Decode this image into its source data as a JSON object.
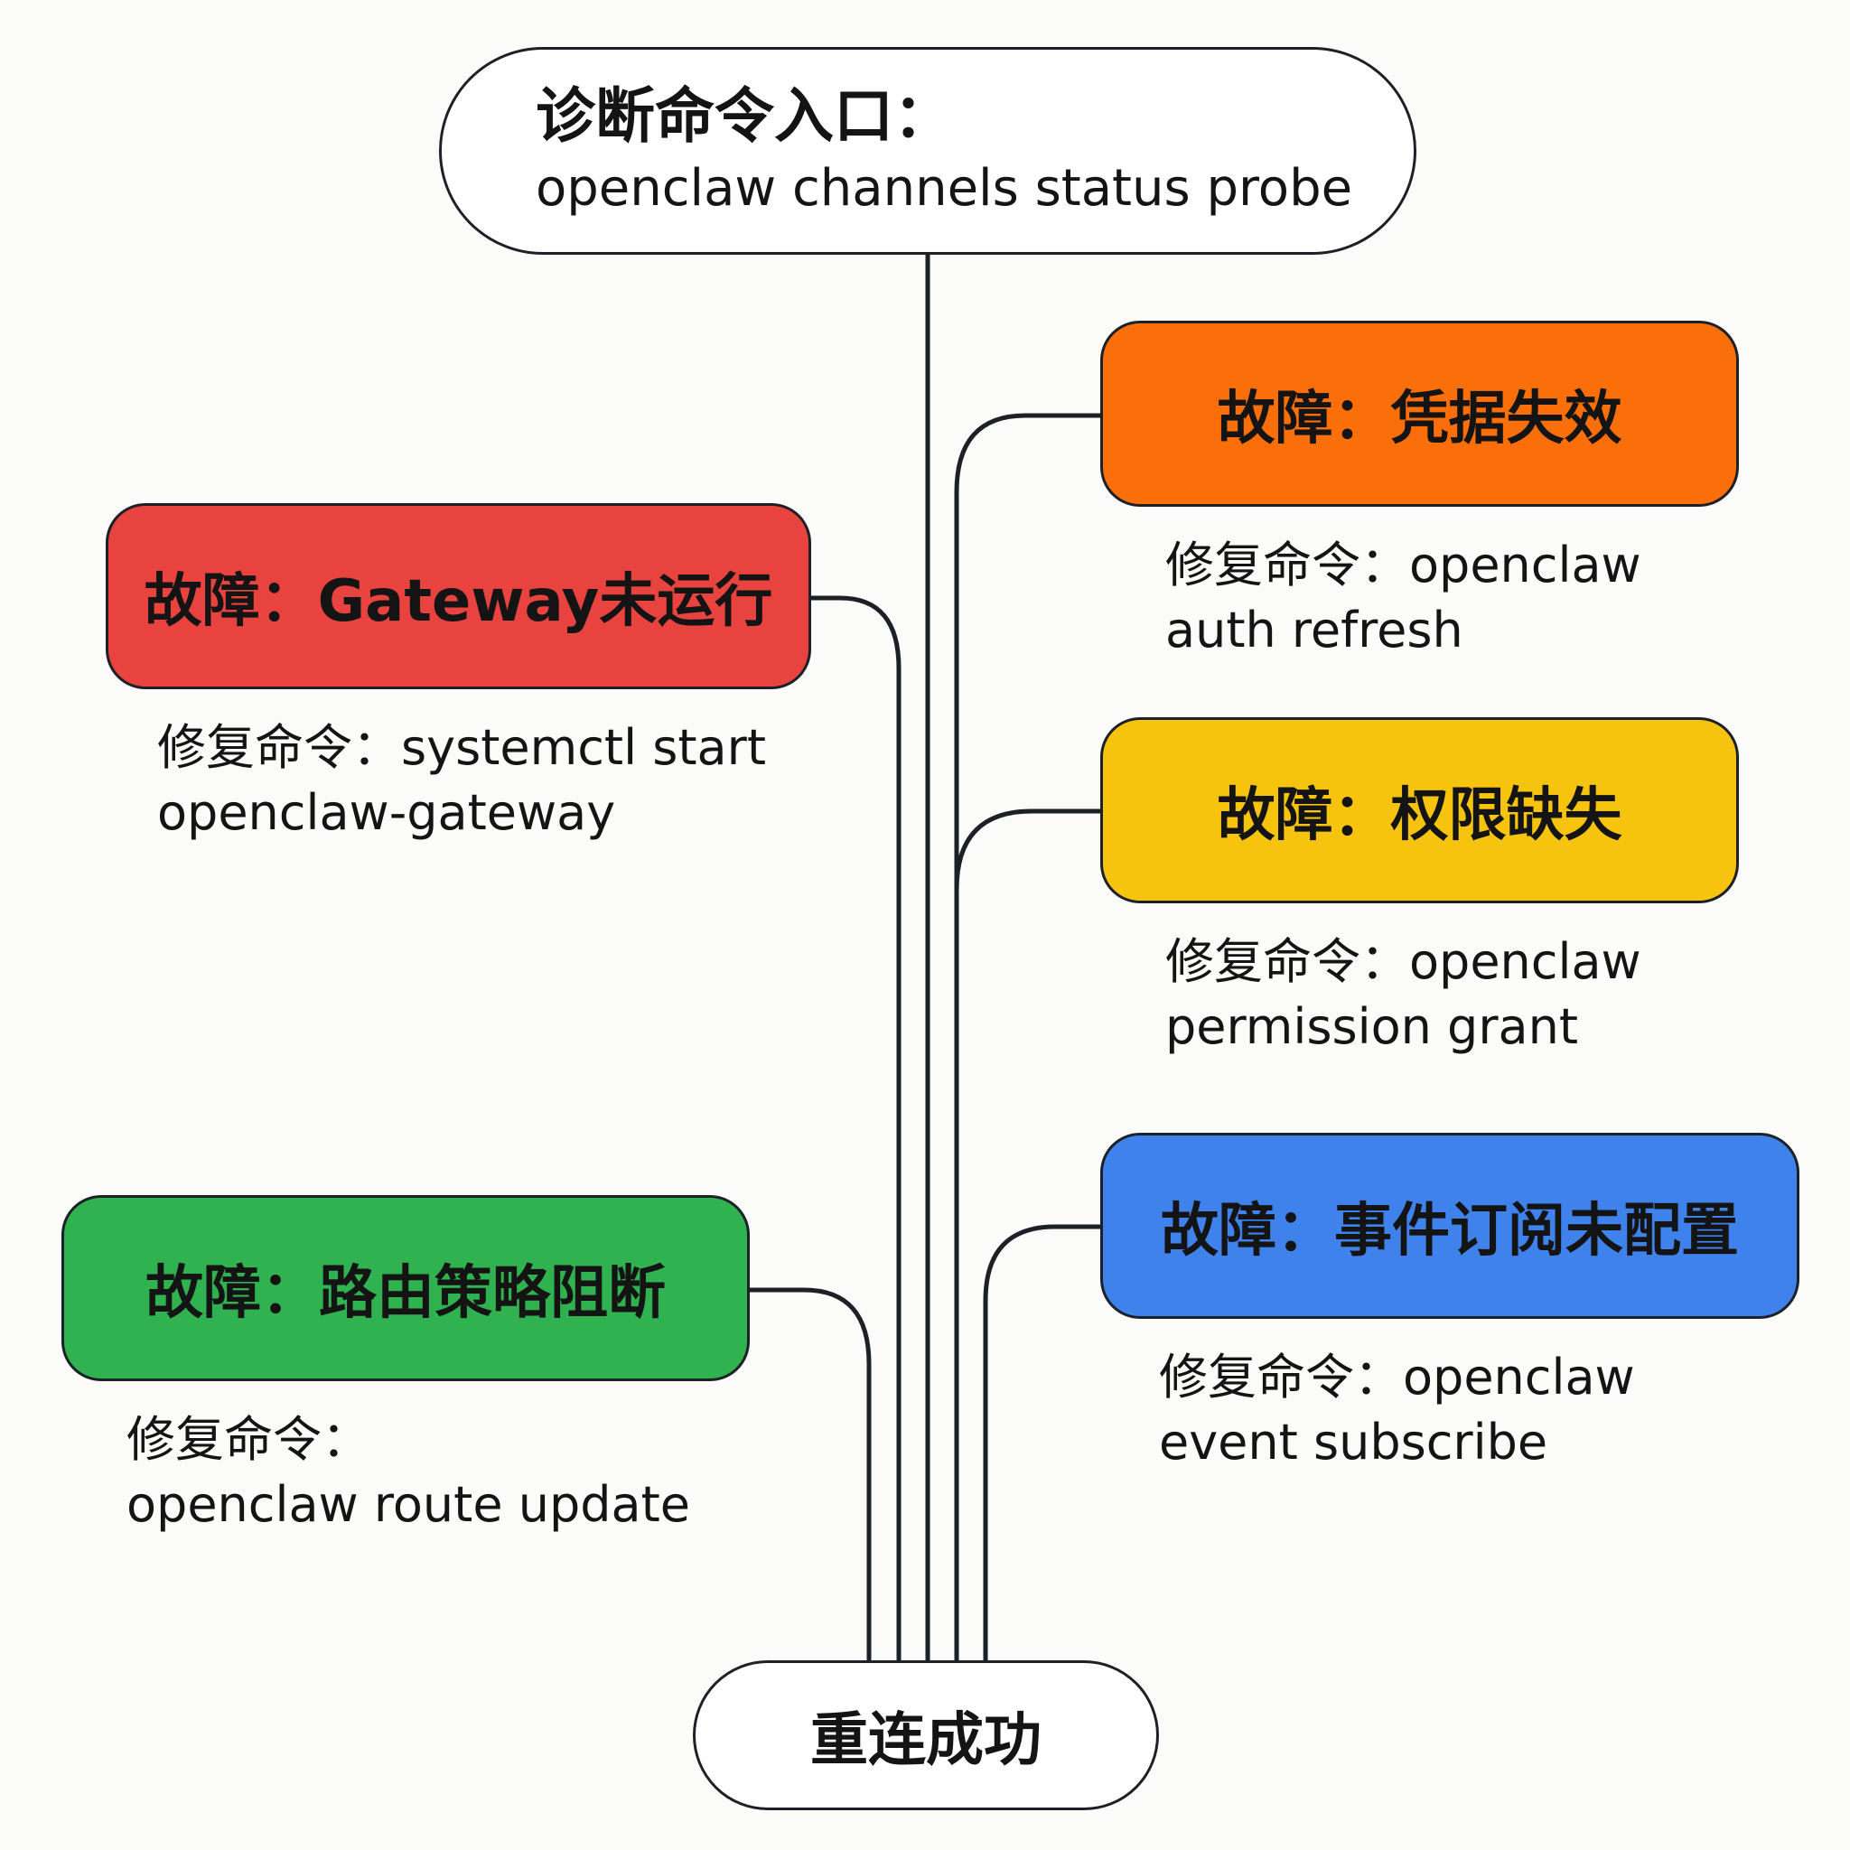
{
  "entry": {
    "title": "诊断命令入口：",
    "command": "openclaw channels status probe"
  },
  "faults": [
    {
      "label": "故障：Gateway未运行",
      "fix_line1": "修复命令：systemctl start",
      "fix_line2": "openclaw-gateway",
      "color": "#e9433f"
    },
    {
      "label": "故障：路由策略阻断",
      "fix_line1": "修复命令：",
      "fix_line2": "openclaw route update",
      "color": "#2fb24f"
    },
    {
      "label": "故障：凭据失效",
      "fix_line1": "修复命令：openclaw",
      "fix_line2": "auth refresh",
      "color": "#fa6f09"
    },
    {
      "label": "故障：权限缺失",
      "fix_line1": "修复命令：openclaw",
      "fix_line2": "permission grant",
      "color": "#f6c30f"
    },
    {
      "label": "故障：事件订阅未配置",
      "fix_line1": "修复命令：openclaw",
      "fix_line2": "event subscribe",
      "color": "#3f82ec"
    }
  ],
  "result": {
    "label": "重连成功"
  }
}
